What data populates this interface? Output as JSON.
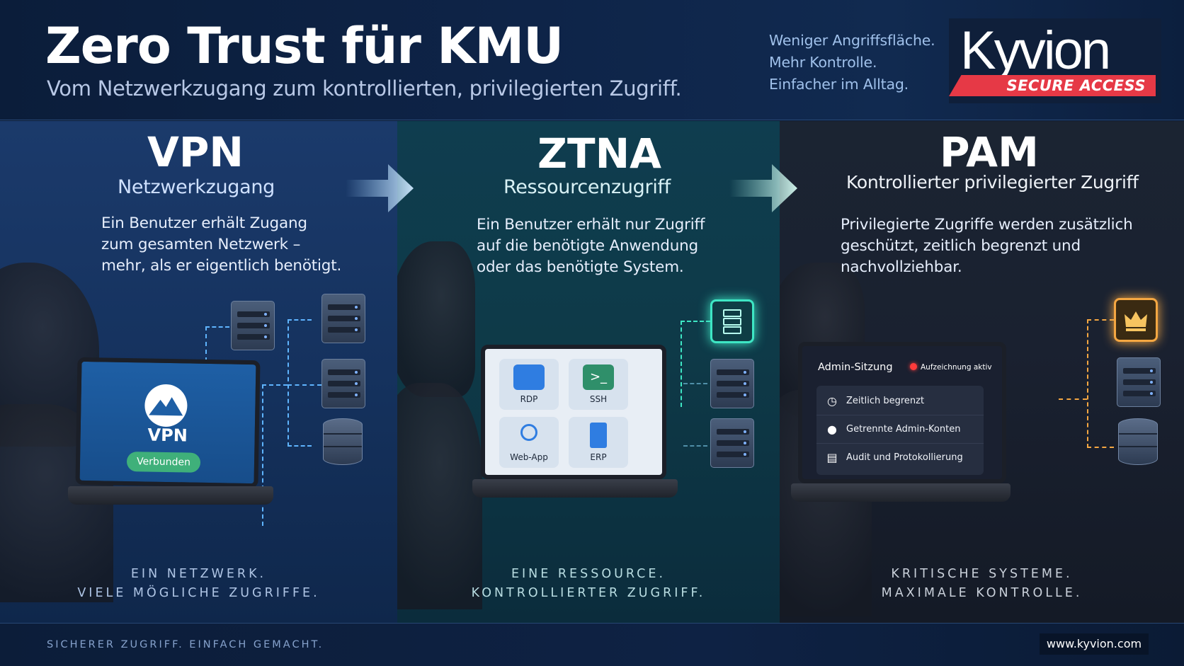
{
  "header": {
    "title": "Zero Trust für KMU",
    "subtitle": "Vom Netzwerkzugang zum kontrollierten, privilegierten Zugriff.",
    "tagline": [
      "Weniger Angriffsfläche.",
      "Mehr Kontrolle.",
      "Einfacher im Alltag."
    ]
  },
  "logo": {
    "wordmark": "Kyvion",
    "band": "SECURE ACCESS",
    "brand_color": "#e63946"
  },
  "panels": [
    {
      "title": "VPN",
      "subtitle": "Netzwerkzugang",
      "description": [
        "Ein Benutzer erhält Zugang",
        "zum gesamten Netzwerk –",
        "mehr, als er eigentlich benötigt."
      ],
      "footer": [
        "EIN NETZWERK.",
        "VIELE MÖGLICHE ZUGRIFFE."
      ],
      "screen": {
        "label": "VPN",
        "status": "Verbunden"
      },
      "accent": "#5fb4ff"
    },
    {
      "title": "ZTNA",
      "subtitle": "Ressourcenzugriff",
      "description": [
        "Ein Benutzer erhält nur Zugriff",
        "auf die benötigte Anwendung",
        "oder das benötigte System."
      ],
      "footer": [
        "EINE RESSOURCE.",
        "KONTROLLIERTER ZUGRIFF."
      ],
      "screen": {
        "tiles": [
          "RDP",
          "SSH",
          "Web-App",
          "ERP"
        ]
      },
      "accent": "#3ee6c4"
    },
    {
      "title": "PAM",
      "subtitle": "Kontrollierter privilegierter Zugriff",
      "description": [
        "Privilegierte Zugriffe werden zusätzlich",
        "geschützt, zeitlich begrenzt und",
        "nachvollziehbar."
      ],
      "footer": [
        "KRITISCHE SYSTEME.",
        "MAXIMALE KONTROLLE."
      ],
      "screen": {
        "heading": "Admin-Sitzung",
        "recording": "Aufzeichnung aktiv",
        "items": [
          "Zeitlich begrenzt",
          "Getrennte Admin-Konten",
          "Audit und Protokollierung"
        ]
      },
      "accent": "#f5a742"
    }
  ],
  "footer": {
    "tagline": "SICHERER ZUGRIFF. EINFACH GEMACHT.",
    "url": "www.kyvion.com"
  }
}
